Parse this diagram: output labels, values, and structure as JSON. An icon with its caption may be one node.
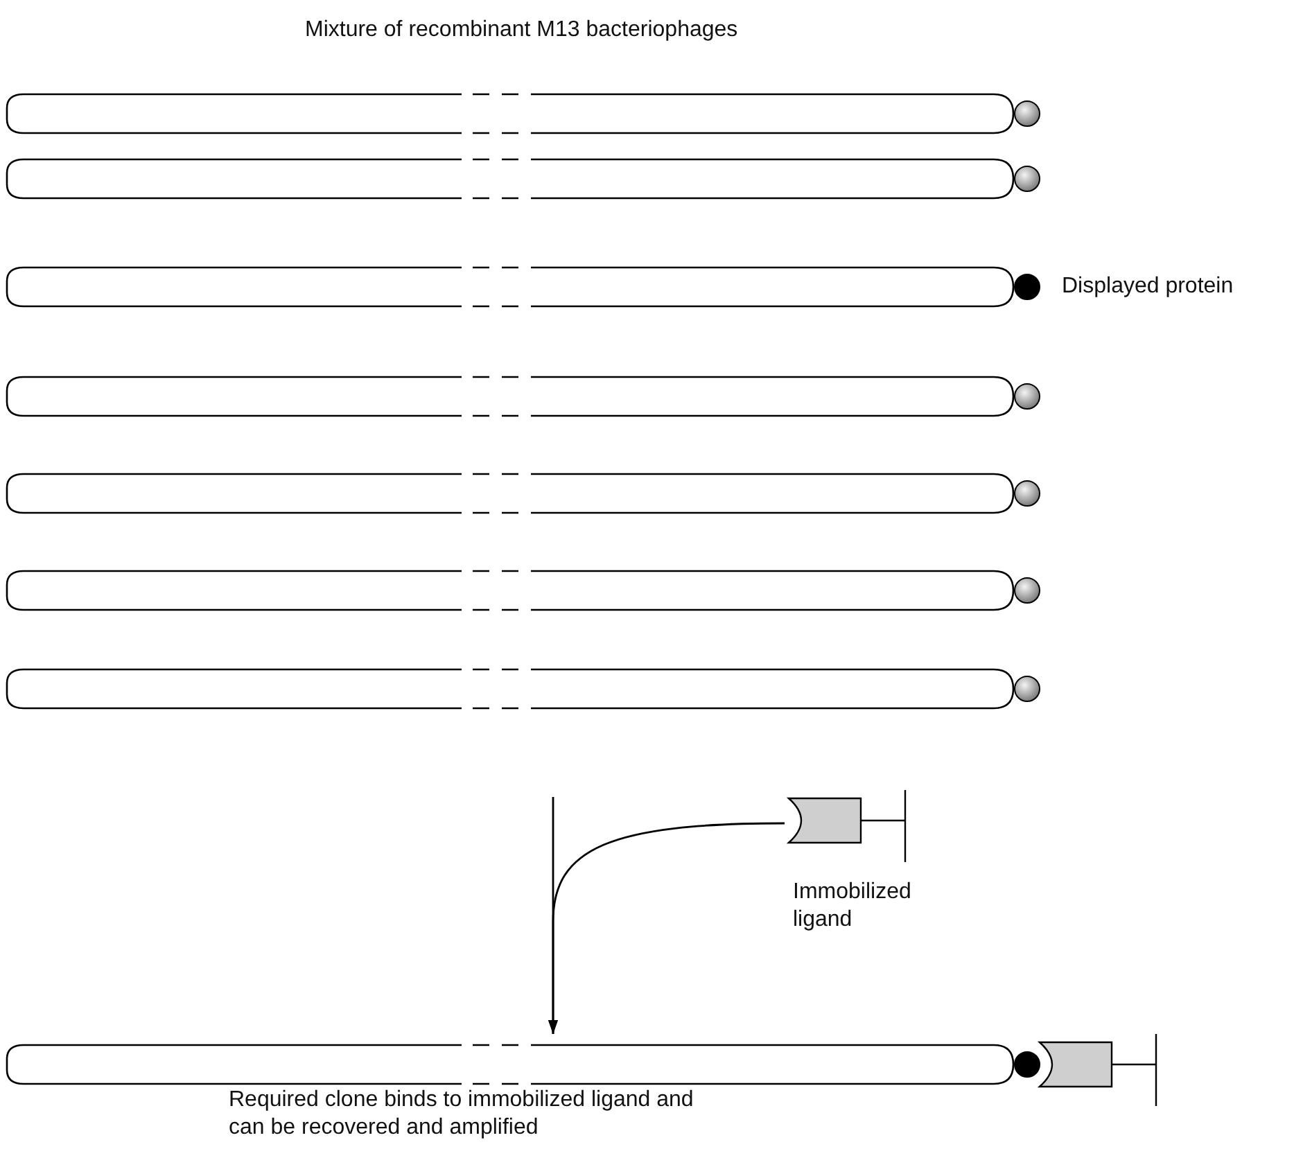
{
  "diagram": {
    "title": "Mixture of recombinant M13 bacteriophages",
    "nodes": [
      {
        "text": [],
        "shape": "bar"
      },
      {
        "text": [],
        "shape": "bar"
      },
      {
        "text": [],
        "shape": "bar",
        "beside": [
          "Displayed protein"
        ]
      },
      {
        "text": [],
        "shape": "bar"
      },
      {
        "text": [],
        "shape": "bar"
      },
      {
        "text": [],
        "shape": "bar"
      },
      {
        "text": [],
        "shape": "bar"
      },
      {
        "text": [],
        "shape": "picture",
        "beside": [
          "Immobilized ligand"
        ]
      },
      {
        "text": [],
        "shape": "bar",
        "beside": [
          "Required clone binds to immobilized ligand and can be recovered and amplified"
        ]
      }
    ],
    "edges": [
      {
        "from": null,
        "to": 8,
        "arrow": "to"
      },
      {
        "from": 7,
        "to": 8,
        "arrow": "to"
      }
    ]
  }
}
